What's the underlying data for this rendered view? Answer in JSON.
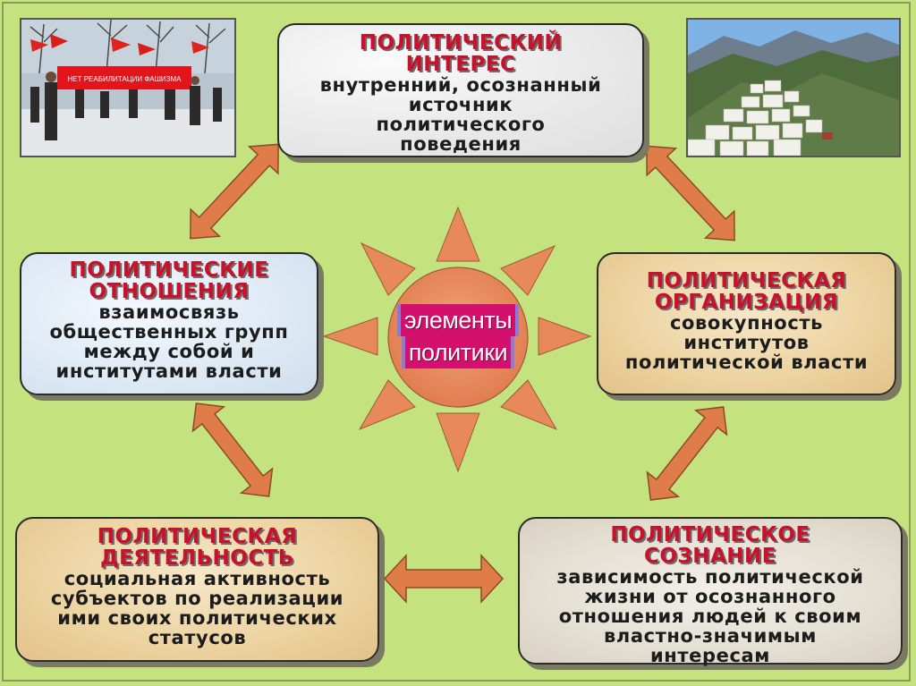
{
  "center": {
    "line1": "элементы",
    "line2": "политики"
  },
  "elements": {
    "interest": {
      "title": "ПОЛИТИЧЕСКИЙ\nИНТЕРЕС",
      "text": "внутренний, осознанный\nисточник\nполитического\nповедения"
    },
    "relations": {
      "title": "ПОЛИТИЧЕСКИЕ\nОТНОШЕНИЯ",
      "text": "взаимосвязь\nобщественных групп\nмежду собой и\nинститутами власти"
    },
    "organization": {
      "title": "ПОЛИТИЧЕСКАЯ\nОРГАНИЗАЦИЯ",
      "text": "совокупность\nинститутов\nполитической власти"
    },
    "activity": {
      "title": "ПОЛИТИЧЕСКАЯ\nДЕЯТЕЛЬНОСТЬ",
      "text": "социальная активность\nсубъектов по реализации\nими своих политических\nстатусов"
    },
    "consciousness": {
      "title": "ПОЛИТИЧЕСКОЕ\nСОЗНАНИЕ",
      "text": "зависимость политической\nжизни от осознанного\nотношения людей к своим\nвластно-значимым\nинтересам"
    }
  },
  "colors": {
    "background": "#c4e37f",
    "title_red": "#c8112b",
    "sun": "#e8895a",
    "arrow": "#e07c48",
    "center_label": "#d4106e"
  },
  "photos": {
    "protest_banner": "НЕТ РЕАБИЛИТАЦИИ ФАШИЗМА"
  }
}
